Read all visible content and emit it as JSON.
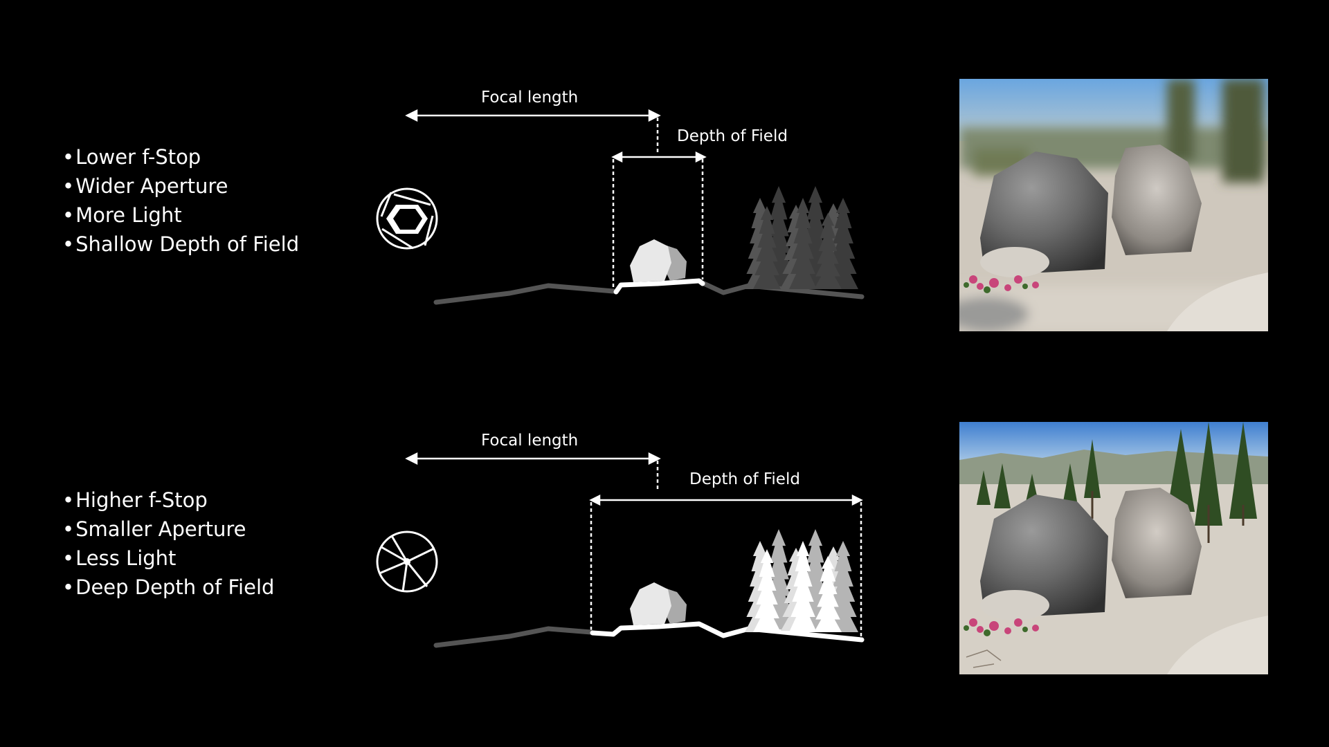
{
  "panels": [
    {
      "bullets": [
        "Lower f-Stop",
        "Wider Aperture",
        "More Light",
        "Shallow Depth of Field"
      ],
      "focal_label": "Focal length",
      "dof_label": "Depth of Field",
      "aperture_icon": "aperture-wide-icon",
      "photo_focus": "shallow"
    },
    {
      "bullets": [
        "Higher f-Stop",
        "Smaller Aperture",
        "Less Light",
        "Deep Depth of Field"
      ],
      "focal_label": "Focal length",
      "dof_label": "Depth of Field",
      "aperture_icon": "aperture-narrow-icon",
      "photo_focus": "deep"
    }
  ],
  "colors": {
    "background": "#000000",
    "foreground": "#ffffff",
    "ground_out_of_focus": "#555555",
    "trees_out_of_focus": "#4a4a4a",
    "trees_in_focus": "#e6e6e6"
  }
}
